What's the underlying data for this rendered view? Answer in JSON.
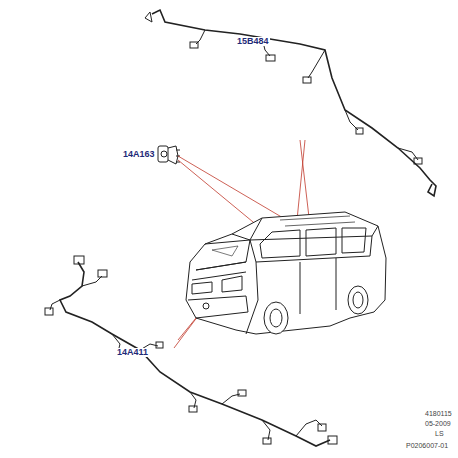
{
  "diagram": {
    "labels": [
      "15B484",
      "14A163",
      "14A411",
      "4180115",
      "05-2009",
      "LS",
      "P0206007-01"
    ]
  }
}
